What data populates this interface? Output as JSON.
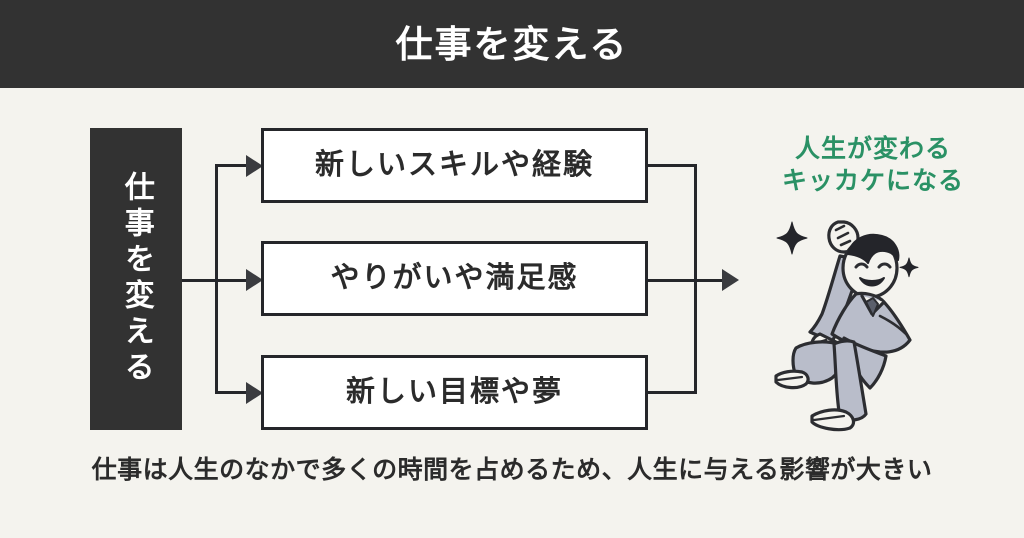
{
  "header": {
    "title": "仕事を変える",
    "background_color": "#323232",
    "text_color": "#ffffff"
  },
  "canvas": {
    "background_color": "#f4f3ee"
  },
  "diagram": {
    "source": {
      "label": "仕事を変える",
      "orientation": "vertical",
      "background_color": "#323232",
      "text_color": "#ffffff"
    },
    "outcomes": [
      {
        "label": "新しいスキルや経験"
      },
      {
        "label": "やりがいや満足感"
      },
      {
        "label": "新しい目標や夢"
      }
    ],
    "result": {
      "line1": "人生が変わる",
      "line2": "キッカケになる",
      "color": "#2a9165"
    },
    "illustration": {
      "name": "cheering-businessman-illustration",
      "suit_color": "#b9bdca",
      "outline_color": "#2c2d31",
      "sparkle_count": 2
    }
  },
  "caption": {
    "text": "仕事は人生のなかで多くの時間を占めるため、人生に与える影響が大きい"
  }
}
